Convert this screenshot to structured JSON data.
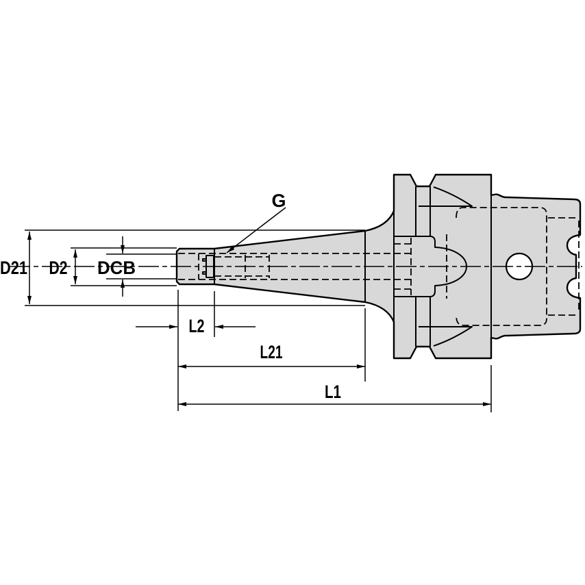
{
  "drawing": {
    "background": "#ffffff",
    "part_fill": "#d8d8d8",
    "line_color": "#000000",
    "dimension_labels": {
      "d21": "D21",
      "d2": "D2",
      "dcb": "DCB",
      "g": "G",
      "l2": "L2",
      "l21": "L21",
      "l1": "L1"
    }
  }
}
